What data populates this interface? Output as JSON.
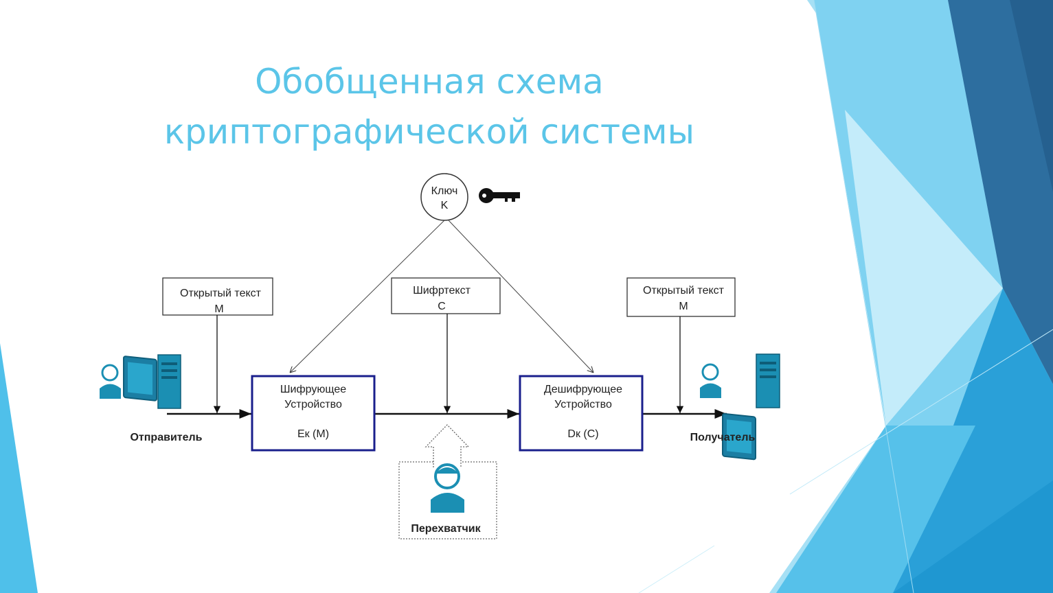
{
  "slide": {
    "title_line1": "Обобщенная схема",
    "title_line2": "криптографической системы"
  },
  "diagram": {
    "key": {
      "line1": "Ключ",
      "line2": "K"
    },
    "plaintext_left": {
      "line1": "Открытый текст",
      "line2": "M"
    },
    "ciphertext": {
      "line1": "Шифртекст",
      "line2": "C"
    },
    "plaintext_right": {
      "line1": "Открытый текст",
      "line2": "M"
    },
    "encryptor": {
      "line1": "Шифрующее",
      "line2": "Устройство",
      "formula": "Ек (M)"
    },
    "decryptor": {
      "line1": "Дешифрующее",
      "line2": "Устройство",
      "formula": "Dк (C)"
    },
    "sender_label": "Отправитель",
    "receiver_label": "Получатель",
    "interceptor_label": "Перехватчик"
  },
  "colors": {
    "title": "#5bc5e8",
    "box_border": "#1a1f8c",
    "person": "#1b8fb3",
    "accent_light": "#7fd3f0",
    "accent_mid": "#3aaedf",
    "accent_dark": "#2d6c9e"
  }
}
